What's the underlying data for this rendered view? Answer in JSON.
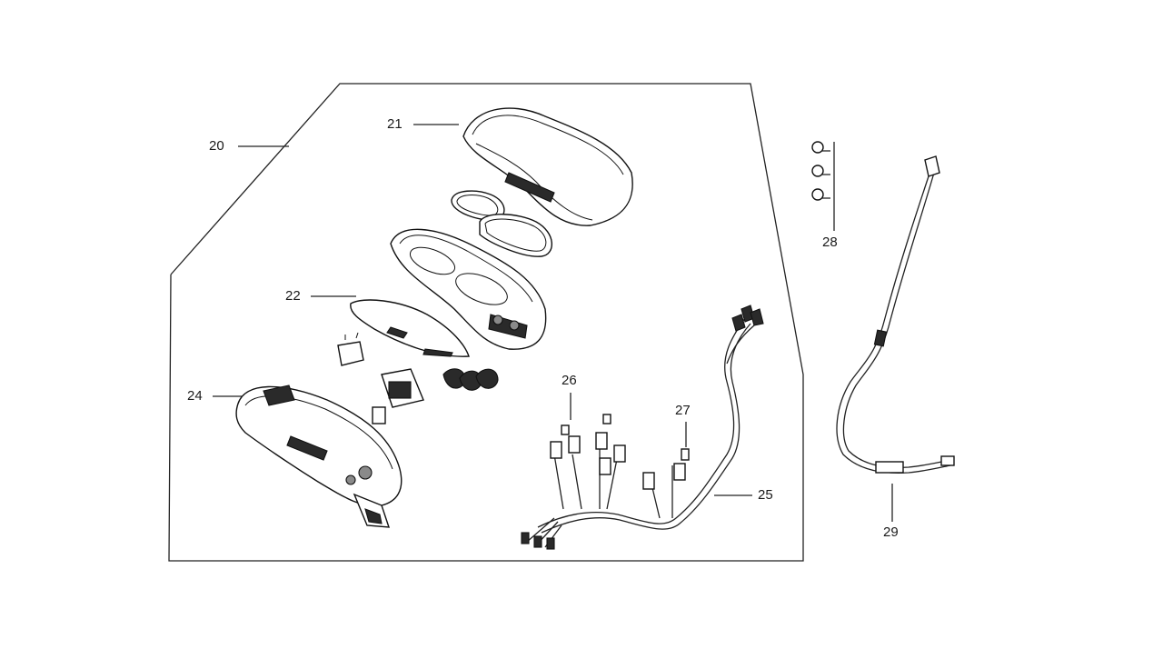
{
  "diagram": {
    "callouts": [
      {
        "id": "20",
        "text": "20"
      },
      {
        "id": "21",
        "text": "21"
      },
      {
        "id": "22",
        "text": "22"
      },
      {
        "id": "24",
        "text": "24"
      },
      {
        "id": "25",
        "text": "25"
      },
      {
        "id": "26",
        "text": "26"
      },
      {
        "id": "27",
        "text": "27"
      },
      {
        "id": "28",
        "text": "28"
      },
      {
        "id": "29",
        "text": "29"
      }
    ],
    "colors": {
      "line": "#222222",
      "background": "#ffffff",
      "fill_dark": "#2a2a2a",
      "fill_mid": "#8a8a8a"
    }
  }
}
